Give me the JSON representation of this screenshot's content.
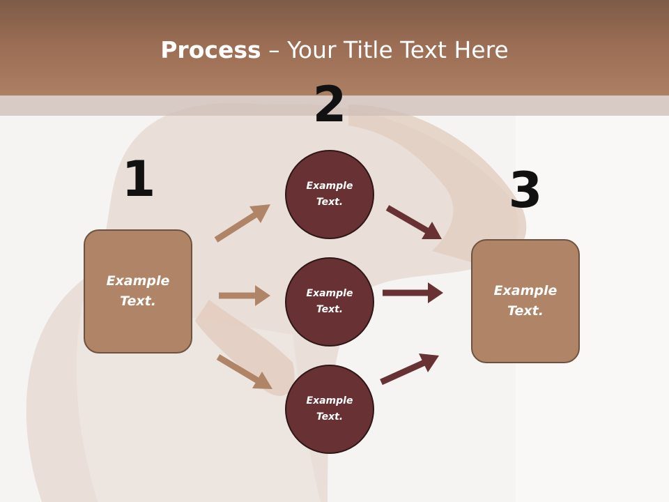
{
  "title": {
    "bold": "Process",
    "rest": " – Your Title Text Here"
  },
  "steps": {
    "one": {
      "number": "1",
      "text": "Example\nText."
    },
    "two": {
      "number": "2"
    },
    "three": {
      "number": "3",
      "text": "Example\nText."
    }
  },
  "circles": [
    {
      "text": "Example\nText."
    },
    {
      "text": "Example\nText."
    },
    {
      "text": "Example\nText."
    }
  ],
  "colors": {
    "header": "#9a6d54",
    "box_fill": "#b08466",
    "circle_fill": "#683234",
    "arrow_light": "#b08466",
    "arrow_dark": "#683234"
  }
}
